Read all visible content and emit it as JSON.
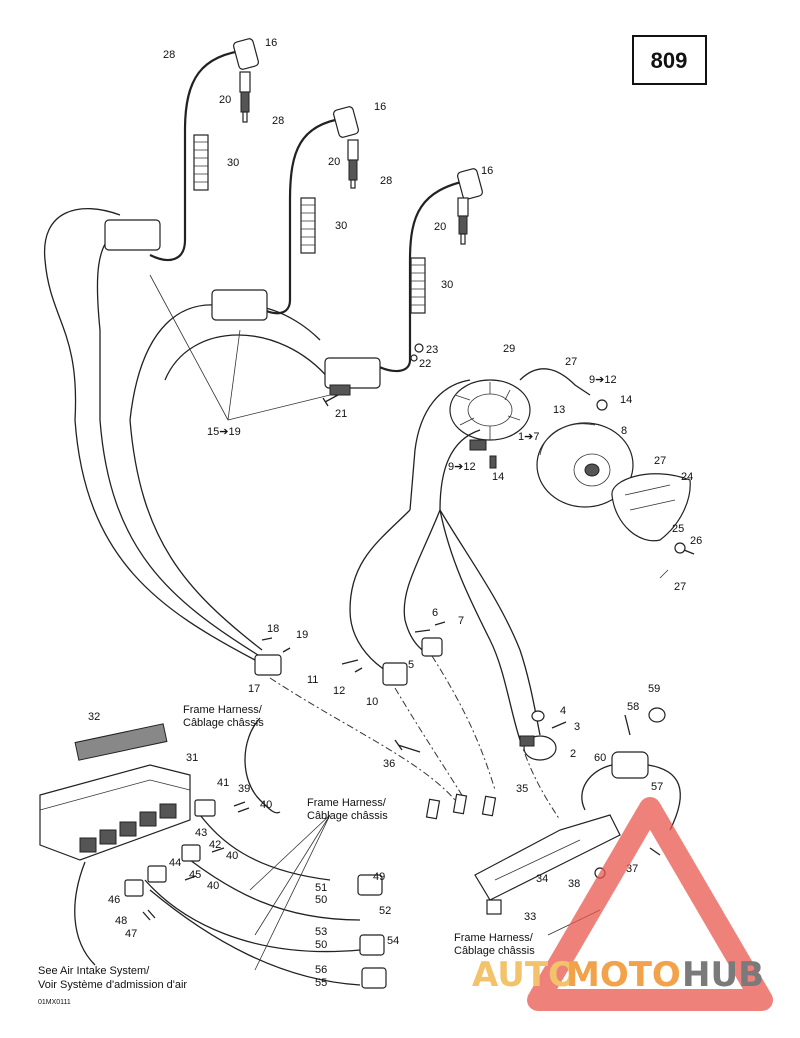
{
  "diagram": {
    "page_number": "809",
    "figure_code": "01MX0111",
    "notes": {
      "frame_harness_1a": "Frame Harness/",
      "frame_harness_1b": "Câblage châssis",
      "frame_harness_2a": "Frame Harness/",
      "frame_harness_2b": "Câblage châssis",
      "frame_harness_3a": "Frame Harness/",
      "frame_harness_3b": "Câblage châssis",
      "air_intake_a": "See Air Intake System/",
      "air_intake_b": "Voir Système d'admission d'air"
    },
    "callouts": {
      "c16a": "16",
      "c28a": "28",
      "c20a": "20",
      "c28b": "28",
      "c16b": "16",
      "c20b": "20",
      "c28c": "28",
      "c16c": "16",
      "c20c": "20",
      "c30a": "30",
      "c30b": "30",
      "c30c": "30",
      "c23": "23",
      "c22": "22",
      "c21": "21",
      "c15_19": "15➔19",
      "c29": "29",
      "c27a": "27",
      "c9_12a": "9➔12",
      "c13": "13",
      "c14a": "14",
      "c1_7": "1➔7",
      "c8": "8",
      "c27b": "27",
      "c9_12b": "9➔12",
      "c14b": "14",
      "c24": "24",
      "c25": "25",
      "c26": "26",
      "c27c": "27",
      "c18": "18",
      "c19": "19",
      "c17": "17",
      "c11": "11",
      "c12": "12",
      "c10": "10",
      "c6": "6",
      "c7": "7",
      "c5": "5",
      "c4": "4",
      "c3": "3",
      "c2": "2",
      "c58": "58",
      "c59": "59",
      "c32": "32",
      "c31": "31",
      "c36": "36",
      "c35": "35",
      "c60": "60",
      "c57": "57",
      "c41": "41",
      "c39": "39",
      "c40a": "40",
      "c43": "43",
      "c42": "42",
      "c40b": "40",
      "c44": "44",
      "c45": "45",
      "c40c": "40",
      "c46": "46",
      "c48": "48",
      "c47": "47",
      "c51": "51",
      "c50a": "50",
      "c49": "49",
      "c52": "52",
      "c53": "53",
      "c50b": "50",
      "c54": "54",
      "c56": "56",
      "c55": "55",
      "c38": "38",
      "c37": "37",
      "c34": "34",
      "c33": "33"
    },
    "watermark": {
      "part1": "AUTO",
      "part2": "MOTO",
      "part3": "HUB",
      "colors": {
        "auto": "#f2c36b",
        "moto": "#f2a24a",
        "hub": "#7a7a7a",
        "triangle": "#e8584f"
      }
    }
  }
}
